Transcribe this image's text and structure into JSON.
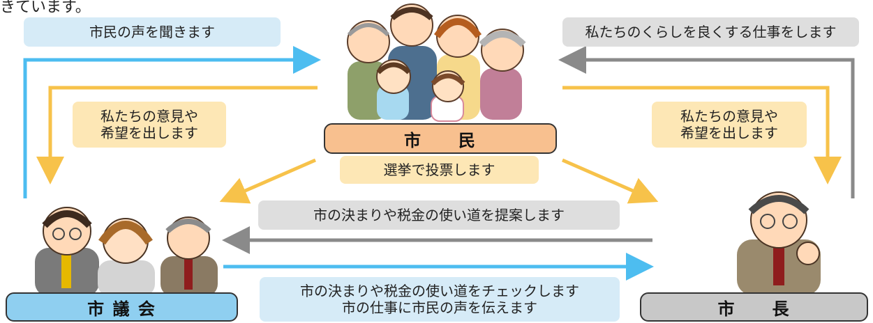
{
  "top_text": "きています。",
  "labels": {
    "listen_voice": "市民の声を聞きます",
    "improve_life": "私たちのくらしを良くする仕事をします",
    "opinions_left": "私たちの意見や\n希望を出します",
    "opinions_right": "私たちの意見や\n希望を出します",
    "vote": "選挙で投票します",
    "propose": "市の決まりや税金の使い道を提案します",
    "check": "市の決まりや税金の使い道をチェックします\n市の仕事に市民の声を伝えます"
  },
  "actors": {
    "citizens": "市　　民",
    "council": "市 議 会",
    "mayor": "市　　長"
  },
  "icons": {
    "citizens": "family-illustration",
    "council": "council-members-illustration",
    "mayor": "mayor-illustration"
  },
  "colors": {
    "blue_arrow": "#4dbdf0",
    "gray_arrow": "#8a8a8a",
    "yellow_arrow": "#f7c24a",
    "citizens_box": "#f8c08f",
    "council_box": "#8fcff0",
    "mayor_box": "#c8c8c8"
  }
}
